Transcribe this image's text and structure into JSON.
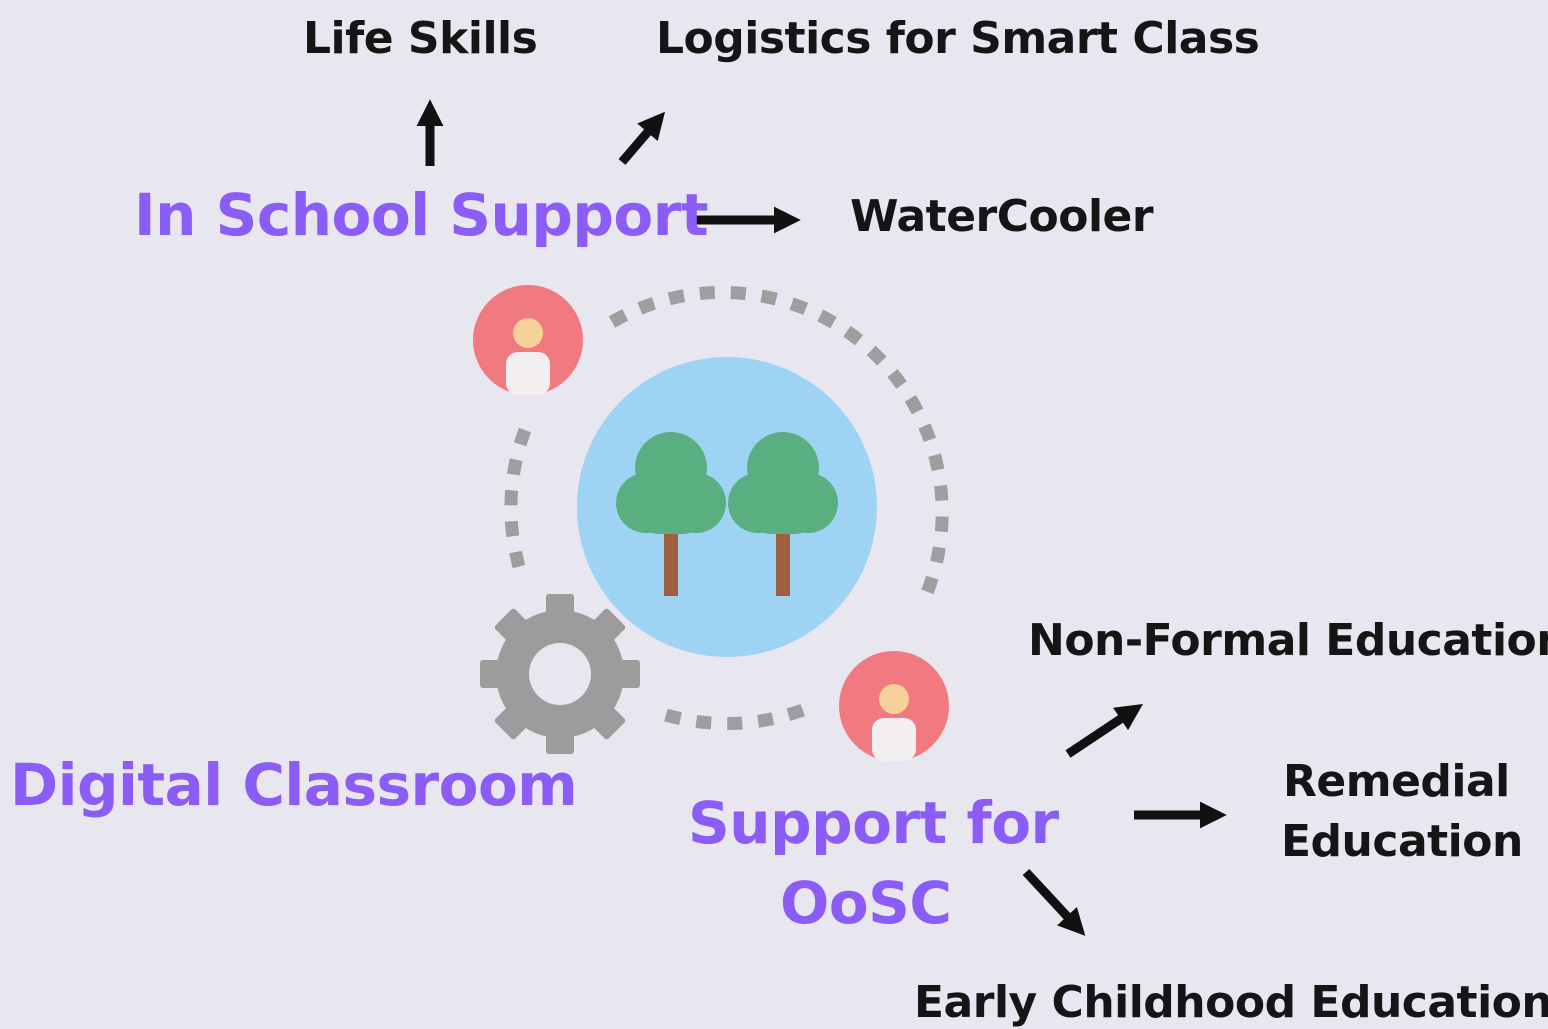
{
  "colors": {
    "background": "#e8e6ef",
    "primary_text": "#8b5cf6",
    "secondary_text": "#151515",
    "arrow": "#111111",
    "dotted_ring": "#9e9e9e",
    "globe": "#9fd3f4",
    "tree_crown": "#5aaf80",
    "tree_trunk": "#a0603f",
    "person_badge": "#f07a80",
    "person_head": "#f6d19a",
    "person_body": "#f3eff0",
    "gear": "#9c9c9c"
  },
  "in_school": {
    "title": "In School Support",
    "children": [
      "Life Skills",
      "Logistics for Smart Class",
      "WaterCooler"
    ]
  },
  "oosc": {
    "title_line1": "Support for",
    "title_line2": "OoSC",
    "children": [
      "Non-Formal Education",
      "Remedial",
      "Education",
      "Early Childhood Education"
    ]
  },
  "digital": {
    "title": "Digital Classroom"
  },
  "icons": [
    "tree-icon",
    "person-icon",
    "gear-icon",
    "arrow-icon"
  ]
}
